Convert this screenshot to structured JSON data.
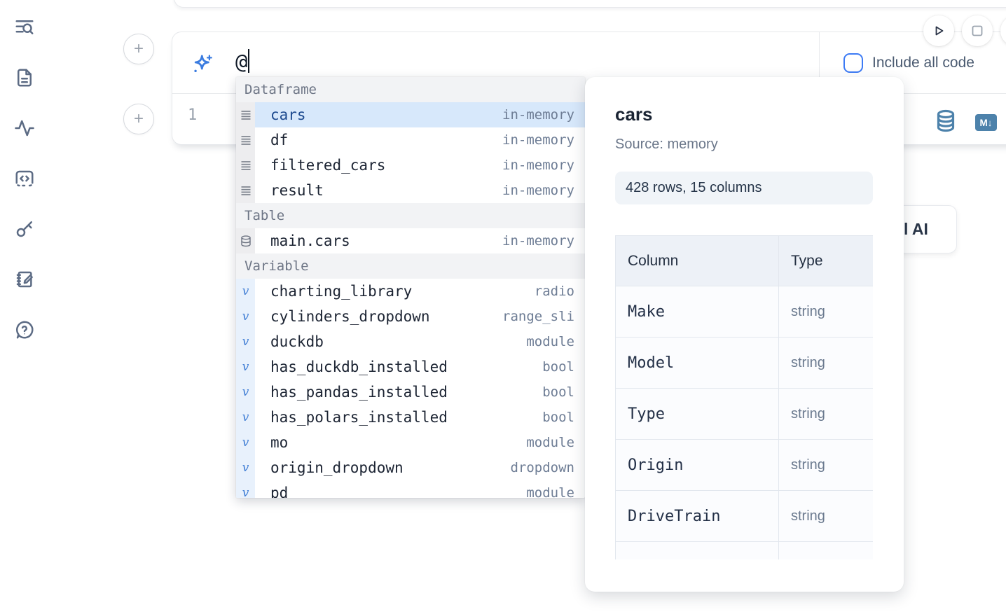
{
  "colors": {
    "accent_blue": "#3b7ce0",
    "selection_blue": "#d7e8fb",
    "steel_blue": "#4d82ab",
    "sidebar_icon": "#5c6b84",
    "checkbox_blue": "#3d7bf5"
  },
  "sidebar": {
    "items": [
      {
        "icon": "table-of-contents-search-icon"
      },
      {
        "icon": "file-document-icon"
      },
      {
        "icon": "activity-icon"
      },
      {
        "icon": "snippets-icon"
      },
      {
        "icon": "key-icon"
      },
      {
        "icon": "scratchpad-icon"
      },
      {
        "icon": "help-chat-icon"
      }
    ]
  },
  "toolbar": {
    "run_icon": "play-icon",
    "stop_icon": "stop-icon"
  },
  "prompt_cell": {
    "input_value": "@",
    "include_all_code_label": "Include all code",
    "sparkles_icon": "ai-sparkles-icon",
    "line_number": "1",
    "code_toolbar_icons": [
      "database-icon",
      "markdown-icon"
    ],
    "markdown_icon_text": "M↓"
  },
  "autocomplete": {
    "sections": [
      {
        "label": "Dataframe",
        "icon": "dataframe-rows-icon",
        "items": [
          {
            "name": "cars",
            "detail": "in-memory",
            "selected": true
          },
          {
            "name": "df",
            "detail": "in-memory"
          },
          {
            "name": "filtered_cars",
            "detail": "in-memory"
          },
          {
            "name": "result",
            "detail": "in-memory"
          }
        ]
      },
      {
        "label": "Table",
        "icon": "database-icon",
        "items": [
          {
            "name": "main.cars",
            "detail": "in-memory"
          }
        ]
      },
      {
        "label": "Variable",
        "icon": "variable-v-icon",
        "items": [
          {
            "name": "charting_library",
            "detail": "radio"
          },
          {
            "name": "cylinders_dropdown",
            "detail": "range_sli"
          },
          {
            "name": "duckdb",
            "detail": "module"
          },
          {
            "name": "has_duckdb_installed",
            "detail": "bool"
          },
          {
            "name": "has_pandas_installed",
            "detail": "bool"
          },
          {
            "name": "has_polars_installed",
            "detail": "bool"
          },
          {
            "name": "mo",
            "detail": "module"
          },
          {
            "name": "origin_dropdown",
            "detail": "dropdown"
          },
          {
            "name": "pd",
            "detail": "module",
            "partial": true
          }
        ]
      }
    ]
  },
  "preview_panel": {
    "title": "cars",
    "source": "Source: memory",
    "shape": "428 rows, 15 columns",
    "table": {
      "headers": [
        "Column",
        "Type"
      ],
      "rows": [
        {
          "column": "Make",
          "type": "string"
        },
        {
          "column": "Model",
          "type": "string"
        },
        {
          "column": "Type",
          "type": "string"
        },
        {
          "column": "Origin",
          "type": "string"
        },
        {
          "column": "DriveTrain",
          "type": "string"
        }
      ],
      "has_partial_row": true
    }
  },
  "ai_card": {
    "visible_label": "l AI"
  }
}
